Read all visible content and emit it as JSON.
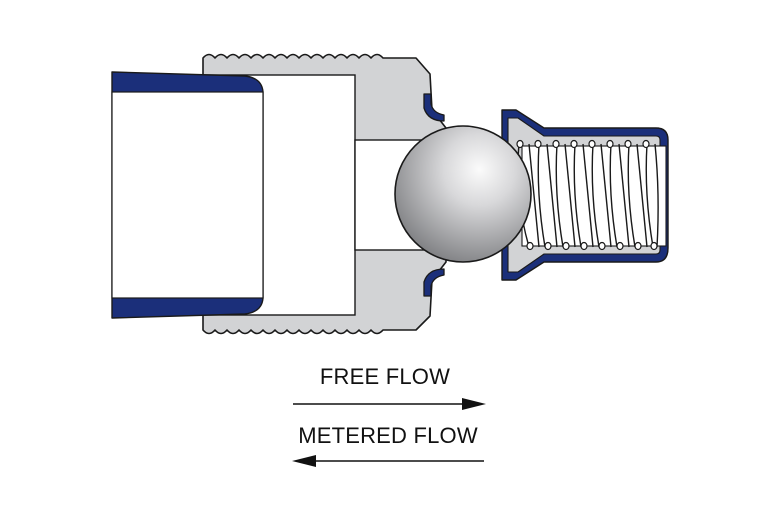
{
  "labels": {
    "free_flow": "FREE FLOW",
    "metered_flow": "METERED FLOW"
  },
  "colors": {
    "background": "#ffffff",
    "body_fill": "#d2d3d5",
    "seal_blue": "#1b2f7a",
    "outline": "#1a1a1a",
    "bore": "#ffffff",
    "ball_light": "#f4f4f4",
    "ball_dark": "#7a7b7e"
  },
  "icons": {
    "free_flow_arrow": "arrow-right",
    "metered_flow_arrow": "arrow-left"
  }
}
